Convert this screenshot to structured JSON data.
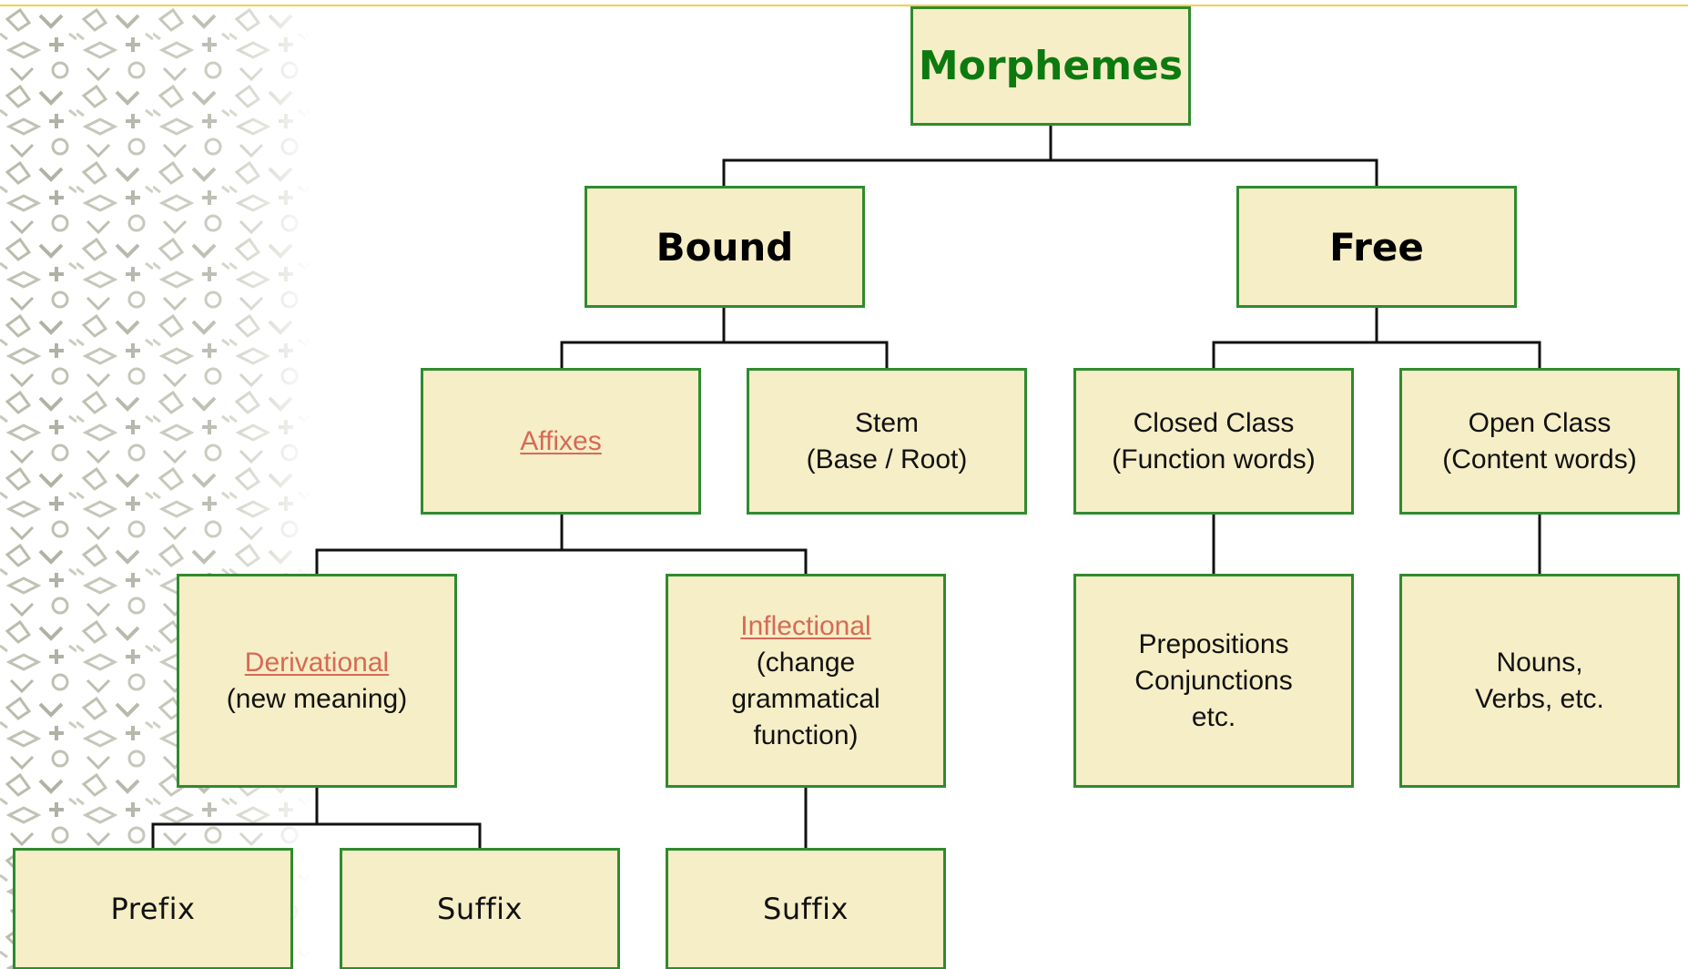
{
  "colors": {
    "box_fill": "#f6eec6",
    "box_border": "#2f8b2f",
    "title_text": "#0d7a10",
    "link_text": "#d66a57",
    "connector": "#111111",
    "top_rule": "#f4cf47"
  },
  "diagram": {
    "root": {
      "label": "Morphemes"
    },
    "bound": {
      "label": "Bound"
    },
    "free": {
      "label": "Free"
    },
    "affixes": {
      "label": "Affixes"
    },
    "stem": {
      "line1": "Stem",
      "line2": "(Base / Root)"
    },
    "closed_class": {
      "line1": "Closed Class",
      "line2": "(Function words)"
    },
    "open_class": {
      "line1": "Open Class",
      "line2": "(Content words)"
    },
    "derivational": {
      "label": "Derivational",
      "note": "(new meaning)"
    },
    "inflectional": {
      "label": "Inflectional",
      "note1": "(change",
      "note2": "grammatical",
      "note3": "function)"
    },
    "closed_examples": {
      "line1": "Prepositions",
      "line2": "Conjunctions",
      "line3": "etc."
    },
    "open_examples": {
      "line1": "Nouns,",
      "line2": "Verbs, etc."
    },
    "prefix": {
      "label": "Prefix"
    },
    "suffix_derivational": {
      "label": "Suffix"
    },
    "suffix_inflectional": {
      "label": "Suffix"
    }
  }
}
